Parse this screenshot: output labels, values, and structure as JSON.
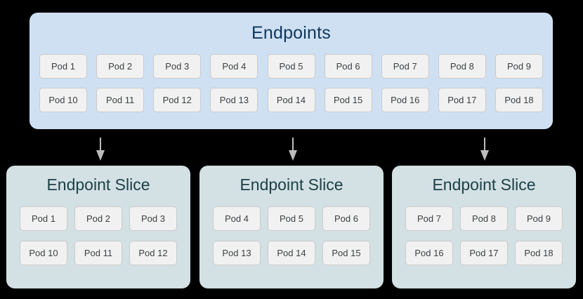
{
  "diagram": {
    "colors": {
      "background": "#000000",
      "endpoints_box": "#cfe0f2",
      "endpoints_title": "#10365c",
      "slice_box": "#d3e0e4",
      "slice_title": "#1c4146",
      "pod_fill": "#f1f1f1",
      "pod_border": "#cbcbcb",
      "pod_text": "#3c4043",
      "arrow": "#bdbdbd"
    },
    "endpoints": {
      "title": "Endpoints",
      "rows": [
        [
          "Pod 1",
          "Pod 2",
          "Pod 3",
          "Pod 4",
          "Pod 5",
          "Pod 6",
          "Pod 7",
          "Pod 8",
          "Pod 9"
        ],
        [
          "Pod 10",
          "Pod 11",
          "Pod 12",
          "Pod 13",
          "Pod 14",
          "Pod 15",
          "Pod 16",
          "Pod 17",
          "Pod 18"
        ]
      ]
    },
    "arrows": [
      {
        "name": "arrow-to-slice-1"
      },
      {
        "name": "arrow-to-slice-2"
      },
      {
        "name": "arrow-to-slice-3"
      }
    ],
    "slices": [
      {
        "title": "Endpoint Slice",
        "rows": [
          [
            "Pod 1",
            "Pod 2",
            "Pod 3"
          ],
          [
            "Pod 10",
            "Pod 11",
            "Pod 12"
          ]
        ]
      },
      {
        "title": "Endpoint Slice",
        "rows": [
          [
            "Pod 4",
            "Pod 5",
            "Pod 6"
          ],
          [
            "Pod 13",
            "Pod 14",
            "Pod 15"
          ]
        ]
      },
      {
        "title": "Endpoint Slice",
        "rows": [
          [
            "Pod 7",
            "Pod 8",
            "Pod 9"
          ],
          [
            "Pod 16",
            "Pod 17",
            "Pod 18"
          ]
        ]
      }
    ]
  }
}
